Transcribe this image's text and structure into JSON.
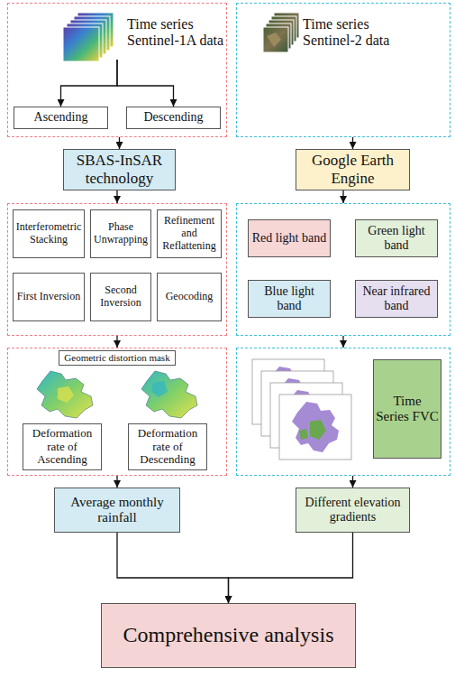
{
  "diagram": {
    "nodes": [
      {
        "text": [
          "Time series Sentinel-1A data"
        ]
      },
      {
        "text": [
          "Ascending"
        ],
        "in": 0
      },
      {
        "text": [
          "Descending"
        ],
        "in": 0
      },
      {
        "text": [
          "Time series Sentinel-2 data"
        ]
      },
      {
        "text": [
          "SBAS-InSAR technology"
        ]
      },
      {
        "text": [
          "Google Earth Engine"
        ]
      },
      {
        "text": []
      },
      {
        "text": [
          "Interferometric Stacking"
        ],
        "in": 6
      },
      {
        "text": [
          "Phase Unwrapping"
        ],
        "in": 6
      },
      {
        "text": [
          "Refinement and Reflattening"
        ],
        "in": 6
      },
      {
        "text": [
          "First Inversion"
        ],
        "in": 6
      },
      {
        "text": [
          "Second Inversion"
        ],
        "in": 6
      },
      {
        "text": [
          "Geocoding"
        ],
        "in": 6
      },
      {
        "text": []
      },
      {
        "text": [
          "Red light band"
        ],
        "in": 13
      },
      {
        "text": [
          "Green light band"
        ],
        "in": 13
      },
      {
        "text": [
          "Blue light band"
        ],
        "in": 13
      },
      {
        "text": [
          "Near infrared band"
        ],
        "in": 13
      },
      {
        "text": []
      },
      {
        "text": [
          "Geometric distortion mask"
        ],
        "in": 18
      },
      {
        "text": [
          "Deformation rate of Ascending"
        ],
        "in": 18
      },
      {
        "text": [
          "Deformation rate of Descending"
        ],
        "in": 18
      },
      {
        "text": []
      },
      {
        "text": [
          "Time Series FVC"
        ],
        "in": 22
      },
      {
        "text": [
          "Average monthly rainfall"
        ]
      },
      {
        "text": [
          "Different elevation gradients"
        ]
      },
      {
        "text": [
          "Comprehensive analysis"
        ]
      }
    ],
    "edges": [
      {
        "from": 0,
        "to": 1,
        "arrow": "to"
      },
      {
        "from": 0,
        "to": 2,
        "arrow": "to"
      },
      {
        "from": 0,
        "to": 4,
        "arrow": "to"
      },
      {
        "from": 3,
        "to": 5,
        "arrow": "to"
      },
      {
        "from": 4,
        "to": 6,
        "arrow": "to"
      },
      {
        "from": 5,
        "to": 13,
        "arrow": "to"
      },
      {
        "from": 6,
        "to": 18,
        "arrow": "to"
      },
      {
        "from": 13,
        "to": 22,
        "arrow": "to"
      },
      {
        "from": 18,
        "to": 24,
        "arrow": "to"
      },
      {
        "from": 22,
        "to": 25,
        "arrow": "to"
      },
      {
        "from": 24,
        "to": 26,
        "arrow": "to"
      },
      {
        "from": 25,
        "to": 26,
        "arrow": "to"
      }
    ]
  }
}
